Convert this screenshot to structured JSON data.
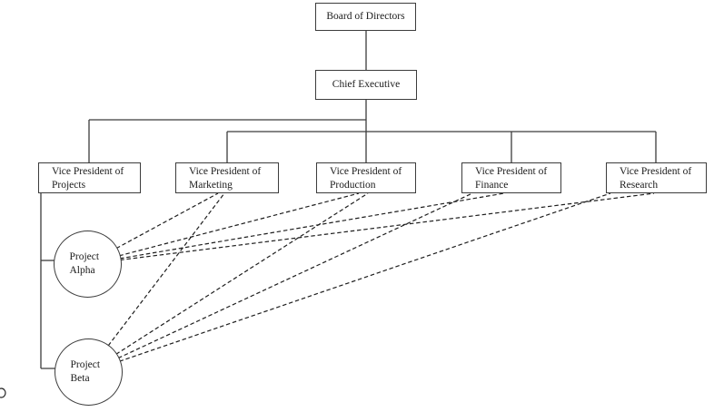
{
  "org": {
    "board": "Board of Directors",
    "chief": "Chief Executive",
    "vp_prefix": "Vice President of",
    "vps": [
      {
        "name": "Projects"
      },
      {
        "name": "Marketing"
      },
      {
        "name": "Production"
      },
      {
        "name": "Finance"
      },
      {
        "name": "Research"
      }
    ],
    "projects": [
      {
        "line1": "Project",
        "line2": "Alpha"
      },
      {
        "line1": "Project",
        "line2": "Beta"
      }
    ],
    "relationships": {
      "solid": [
        {
          "from": "Board of Directors",
          "to": "Chief Executive"
        },
        {
          "from": "Chief Executive",
          "to": "Vice President of Projects"
        },
        {
          "from": "Chief Executive",
          "to": "Vice President of Marketing"
        },
        {
          "from": "Chief Executive",
          "to": "Vice President of Production"
        },
        {
          "from": "Chief Executive",
          "to": "Vice President of Finance"
        },
        {
          "from": "Chief Executive",
          "to": "Vice President of Research"
        },
        {
          "from": "Vice President of Projects",
          "to": "Project Alpha"
        },
        {
          "from": "Vice President of Projects",
          "to": "Project Beta"
        }
      ],
      "dashed": [
        {
          "from": "Project Alpha",
          "to": "Vice President of Marketing"
        },
        {
          "from": "Project Alpha",
          "to": "Vice President of Production"
        },
        {
          "from": "Project Alpha",
          "to": "Vice President of Finance"
        },
        {
          "from": "Project Alpha",
          "to": "Vice President of Research"
        },
        {
          "from": "Project Beta",
          "to": "Vice President of Marketing"
        },
        {
          "from": "Project Beta",
          "to": "Vice President of Production"
        },
        {
          "from": "Project Beta",
          "to": "Vice President of Finance"
        },
        {
          "from": "Project Beta",
          "to": "Vice President of Research"
        }
      ]
    },
    "marker": "o",
    "colors": {
      "solid_line": "#3c3c3c",
      "dashed_line": "#1e1e1e",
      "box_border": "#3c3c3c",
      "background": "#ffffff",
      "text": "#1a1a1a"
    }
  }
}
